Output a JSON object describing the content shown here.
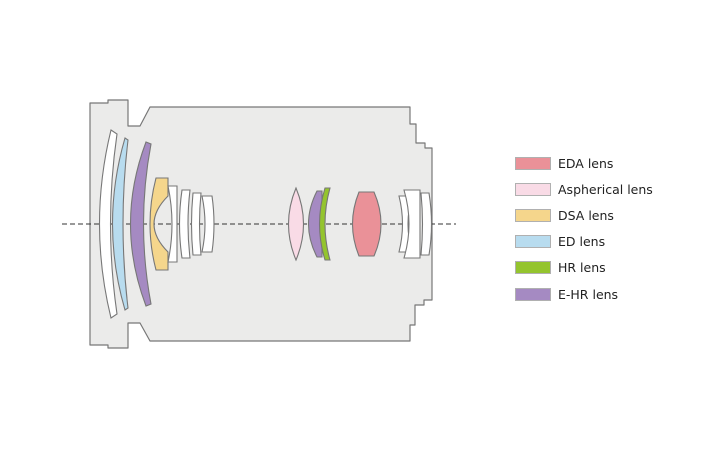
{
  "colors": {
    "barrel_fill": "#ebebea",
    "outline": "#777777",
    "axis": "#333333",
    "plain_lens": "#ffffff"
  },
  "legend": [
    {
      "key": "eda",
      "label": "EDA lens",
      "color": "#ea9198"
    },
    {
      "key": "asph",
      "label": "Aspherical lens",
      "color": "#f9dbe6"
    },
    {
      "key": "dsa",
      "label": "DSA lens",
      "color": "#f5d68c"
    },
    {
      "key": "ed",
      "label": "ED lens",
      "color": "#b8dcef"
    },
    {
      "key": "hr",
      "label": "HR lens",
      "color": "#94c42e"
    },
    {
      "key": "ehr",
      "label": "E-HR lens",
      "color": "#a58ac2"
    }
  ]
}
